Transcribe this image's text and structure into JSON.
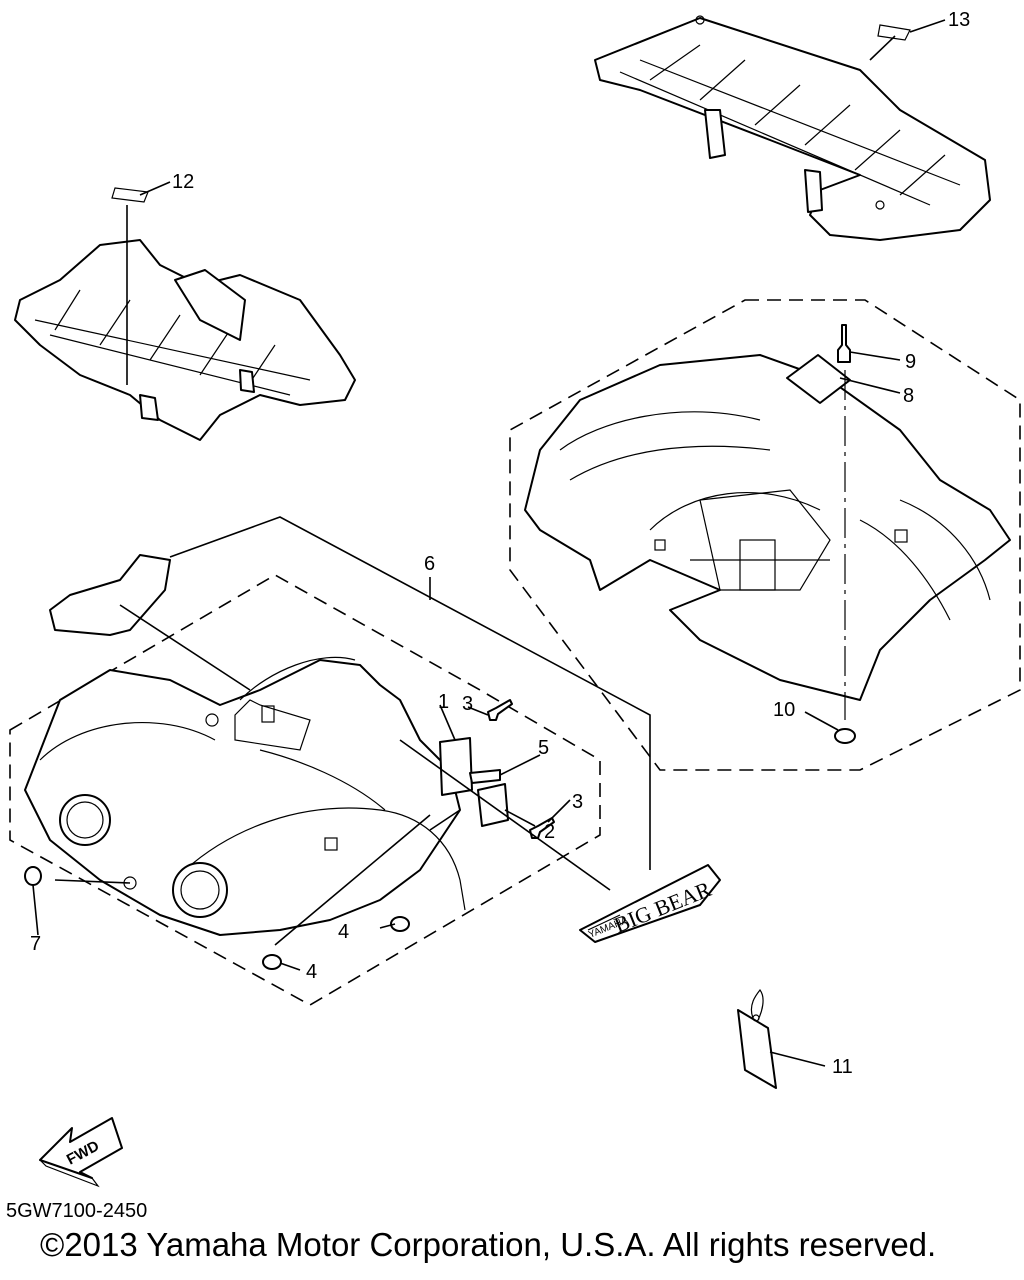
{
  "diagram": {
    "code": "5GW7100-2450",
    "copyright": "©2013 Yamaha Motor Corporation, U.S.A. All rights reserved.",
    "fwd_label": "FWD",
    "decal_brand": "YAMAHA",
    "decal_model": "BIG BEAR",
    "callouts": [
      "1",
      "2",
      "3",
      "3",
      "4",
      "4",
      "5",
      "6",
      "7",
      "8",
      "9",
      "10",
      "11",
      "12",
      "13"
    ]
  },
  "icons": {
    "fwd": "fwd-arrow-icon"
  }
}
